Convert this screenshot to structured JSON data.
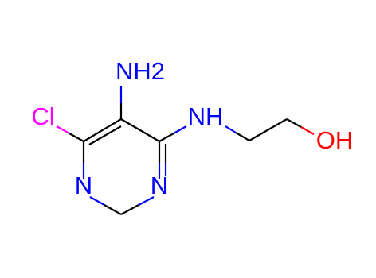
{
  "molecule": {
    "atoms": {
      "nh2": "NH2",
      "cl": "Cl",
      "nh": "NH",
      "oh": "OH",
      "n1": "N",
      "n3": "N"
    },
    "colors": {
      "bond": "#000000",
      "carbon": "#000000",
      "nitrogen": "#0000ff",
      "chlorine": "#ff00ff",
      "oxygen": "#ff0000"
    }
  }
}
